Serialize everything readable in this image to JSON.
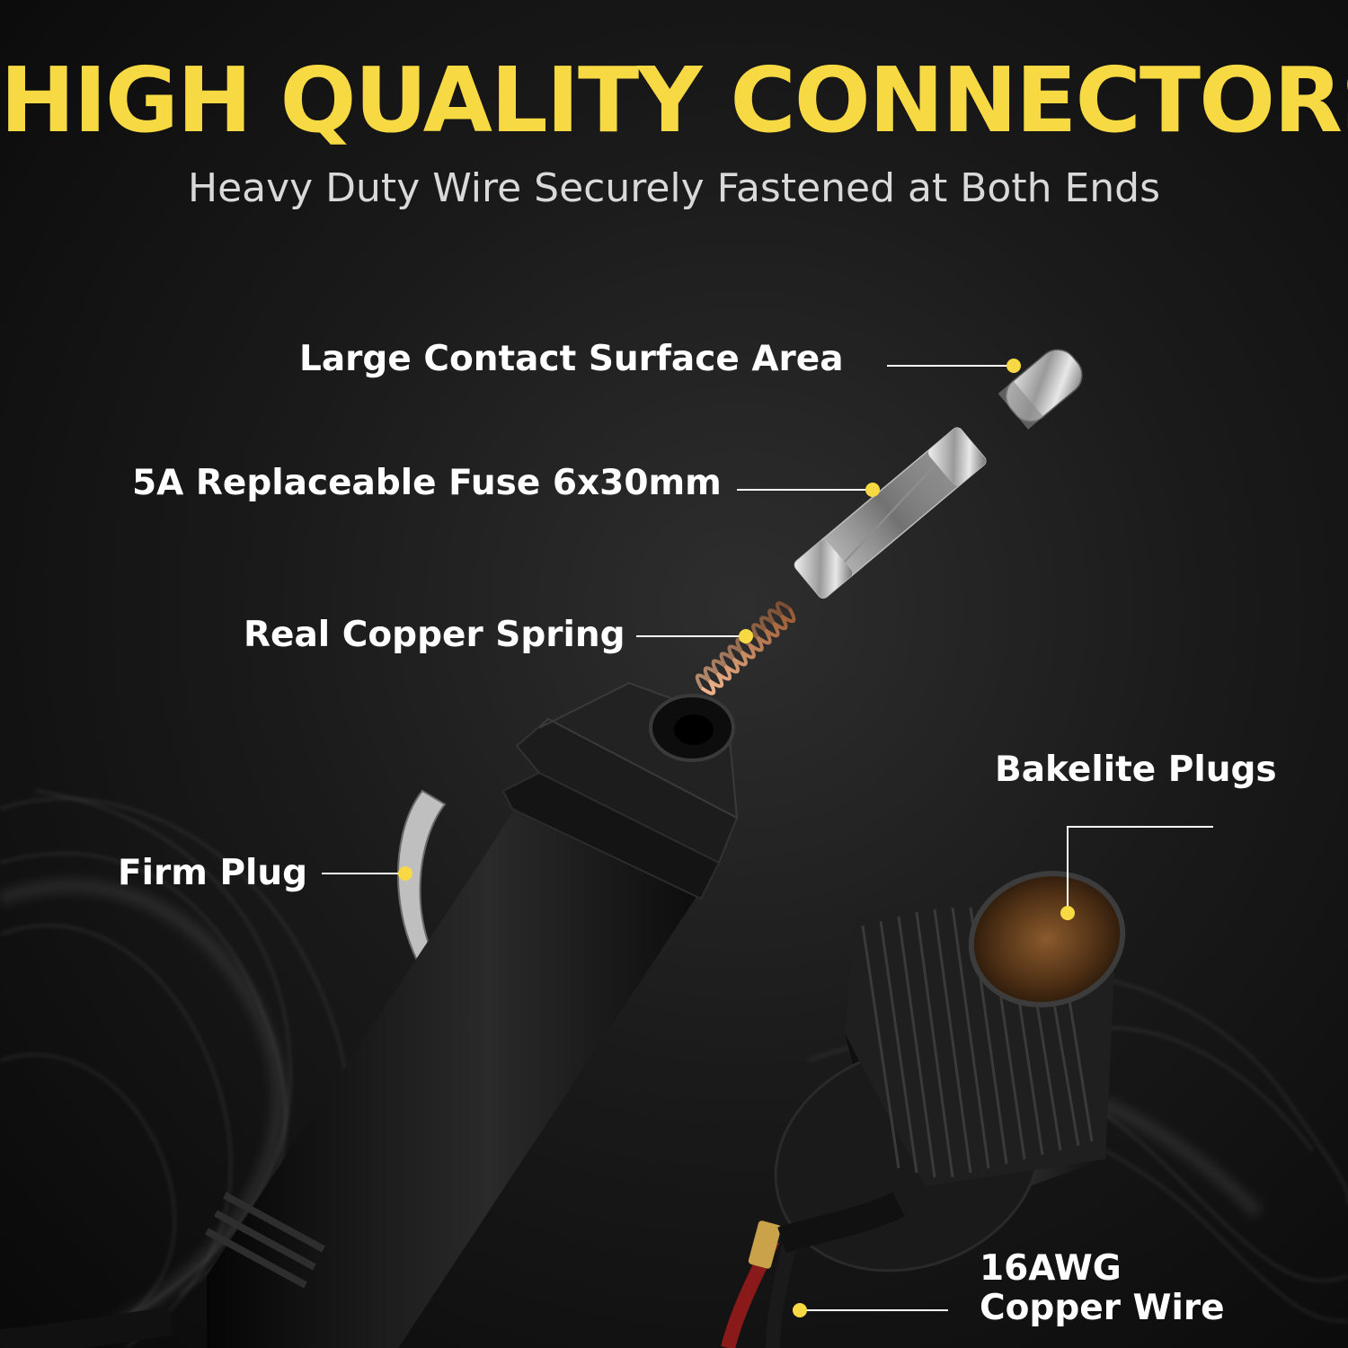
{
  "headline": "HIGH QUALITY CONNECTORS",
  "subheadline": "Heavy Duty Wire Securely Fastened at Both Ends",
  "callouts": {
    "contact": "Large Contact Surface Area",
    "fuse": "5A Replaceable Fuse 6x30mm",
    "spring": "Real Copper Spring",
    "firm_plug": "Firm Plug",
    "bakelite": "Bakelite Plugs",
    "wire_line1": "16AWG",
    "wire_line2": "Copper Wire"
  },
  "colors": {
    "accent_yellow": "#f7d944",
    "label_white": "#ffffff",
    "sub_gray": "#d9d9d9",
    "copper": "#c9825a"
  }
}
